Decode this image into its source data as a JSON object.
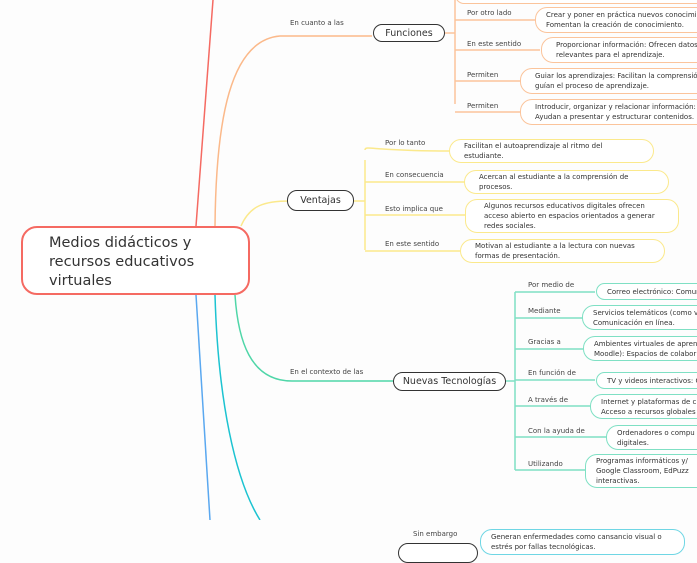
{
  "root": {
    "line1": "Medios didácticos y",
    "line2": "recursos educativos",
    "line3": "virtuales"
  },
  "funciones": {
    "connector": "En cuanto a las",
    "title": "Funciones",
    "items": [
      {
        "label": "Por otro lado",
        "l1": "Crear y poner en práctica nuevos conocimie",
        "l2": "Fomentan la creación de conocimiento."
      },
      {
        "label": "En este sentido",
        "l1": "Proporcionar información: Ofrecen datos",
        "l2": "relevantes para el aprendizaje."
      },
      {
        "label": "Permiten",
        "l1": "Guiar los aprendizajes: Facilitan la comprensión",
        "l2": "guían el proceso de aprendizaje."
      },
      {
        "label": "Permiten",
        "l1": "Introducir, organizar y relacionar información:",
        "l2": "Ayudan a presentar y estructurar contenidos."
      }
    ]
  },
  "ventajas": {
    "title": "Ventajas",
    "items": [
      {
        "label": "Por lo tanto",
        "l1": "Facilitan el autoaprendizaje al ritmo del",
        "l2": "estudiante.",
        "l3": ""
      },
      {
        "label": "En consecuencia",
        "l1": "Acercan al estudiante a la comprensión de",
        "l2": "procesos.",
        "l3": ""
      },
      {
        "label": "Esto implica que",
        "l1": "Algunos recursos educativos digitales ofrecen",
        "l2": "acceso abierto en espacios orientados a generar",
        "l3": "redes sociales."
      },
      {
        "label": "En este sentido",
        "l1": "Motivan al estudiante a la lectura con nuevas",
        "l2": "formas de presentación.",
        "l3": ""
      }
    ]
  },
  "nuevas": {
    "connector": "En el contexto de las",
    "title": "Nuevas Tecnologías",
    "items": [
      {
        "label": "Por medio de",
        "l1": "Correo electrónico: Comun",
        "l2": "",
        "l3": ""
      },
      {
        "label": "Mediante",
        "l1": "Servicios telemáticos (como v",
        "l2": "Comunicación en línea.",
        "l3": ""
      },
      {
        "label": "Gracias a",
        "l1": "Ambientes virtuales de apren",
        "l2": "Moodle): Espacios de colabor",
        "l3": ""
      },
      {
        "label": "En función de",
        "l1": "TV y videos interactivos: C",
        "l2": "",
        "l3": ""
      },
      {
        "label": "A través de",
        "l1": "Internet y plataformas de c",
        "l2": "Acceso a recursos globales",
        "l3": ""
      },
      {
        "label": "Con la ayuda de",
        "l1": "Ordenadores o compu",
        "l2": "digitales.",
        "l3": ""
      },
      {
        "label": "Utilizando",
        "l1": "Programas informáticos y/",
        "l2": "Google Classroom, EdPuzz",
        "l3": "interactivas."
      }
    ]
  },
  "desventajas": {
    "items": [
      {
        "label": "Sin embargo",
        "l1": "Generan enfermedades como cansancio visual o",
        "l2": "estrés por fallas tecnológicas."
      }
    ]
  }
}
